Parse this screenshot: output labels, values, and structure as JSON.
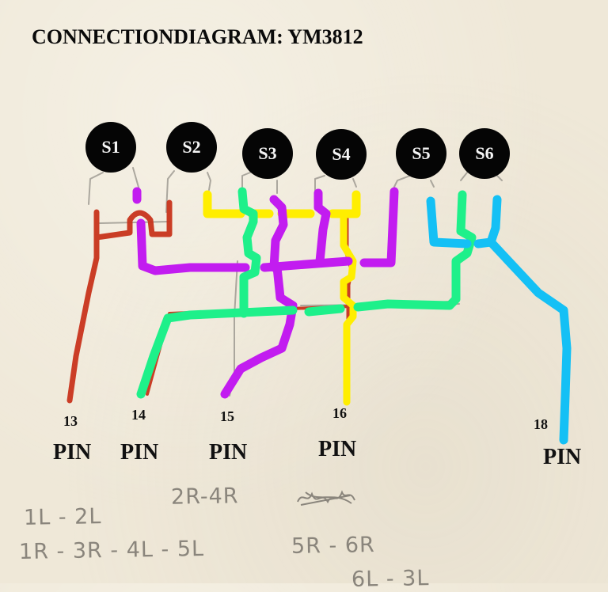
{
  "title": "CONNECTIONDIAGRAM: YM3812",
  "switches": [
    {
      "id": "S1",
      "label": "S1"
    },
    {
      "id": "S2",
      "label": "S2"
    },
    {
      "id": "S3",
      "label": "S3"
    },
    {
      "id": "S4",
      "label": "S4"
    },
    {
      "id": "S5",
      "label": "S5"
    },
    {
      "id": "S6",
      "label": "S6"
    }
  ],
  "pins": [
    {
      "number": "13",
      "label": "PIN",
      "wire_color": "red"
    },
    {
      "number": "14",
      "label": "PIN",
      "wire_color": "green"
    },
    {
      "number": "15",
      "label": "PIN",
      "wire_color": "purple"
    },
    {
      "number": "16",
      "label": "PIN",
      "wire_color": "yellow"
    },
    {
      "number": "18",
      "label": "PIN",
      "wire_color": "blue"
    }
  ],
  "wire_colors": {
    "red": "#c8341c",
    "green": "#1ef08a",
    "purple": "#c21cf0",
    "yellow": "#ffee00",
    "blue": "#14c0f5",
    "pencil": "#9a968e"
  },
  "notes": [
    {
      "id": "note-1",
      "text": "1L - 2L"
    },
    {
      "id": "note-2",
      "text": "2R-4R"
    },
    {
      "id": "note-3",
      "text": "1R - 3R - 4L - 5L"
    },
    {
      "id": "note-4",
      "text": "5R - 6R"
    },
    {
      "id": "note-5",
      "text": "6L - 3L"
    }
  ],
  "scribble": "crossed-out text"
}
